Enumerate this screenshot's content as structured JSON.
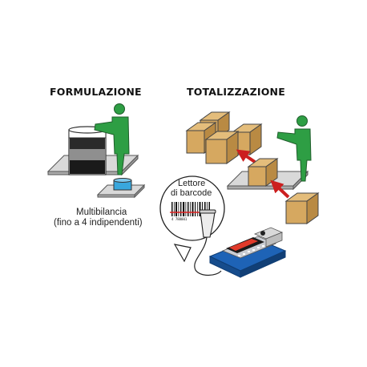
{
  "headings": {
    "left": "FORMULAZIONE",
    "right": "TOTALIZZAZIONE"
  },
  "captions": {
    "line1": "Multibilancia",
    "line2": "(fino a 4 indipendenti)"
  },
  "bubble": {
    "line1": "Lettore",
    "line2": "di barcode",
    "barcode_digits": "4 788001"
  },
  "colors": {
    "person": "#2e9e44",
    "box": "#d6a860",
    "box_side": "#b98a43",
    "platform": "#d9d9d9",
    "arrow": "#cc1f1f",
    "terminal": "#1e63b6",
    "bowl_liquid": "#39a7dd"
  },
  "icons": [
    "person-pointing-icon",
    "cardboard-box-icon",
    "barcode-scanner-icon",
    "weighing-terminal-icon",
    "arrow-icon"
  ]
}
